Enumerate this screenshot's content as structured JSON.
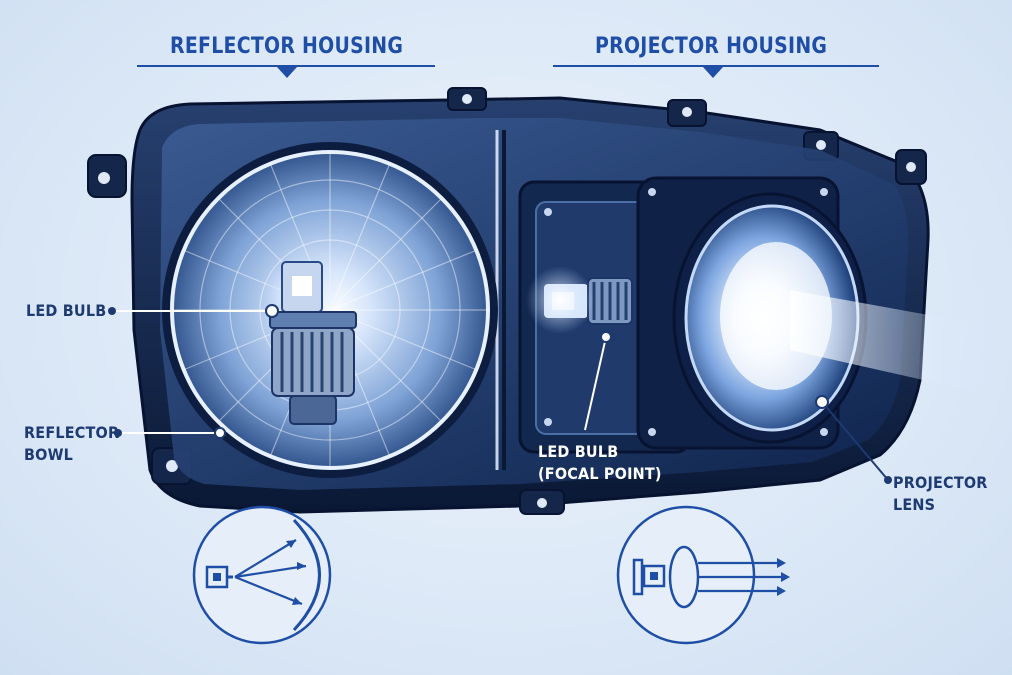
{
  "headers": {
    "left": "REFLECTOR HOUSING",
    "right": "PROJECTOR HOUSING"
  },
  "callouts": {
    "led_bulb_left": "LED BULB",
    "reflector_bowl": "REFLECTOR\nBOWL",
    "led_bulb_focal": "LED BULB\n(FOCAL POINT)",
    "projector_lens": "PROJECTOR\nLENS"
  },
  "colors": {
    "accent": "#1f4ea6",
    "label_dark": "#1d3a72",
    "housing": "#0b1a3a",
    "beam": "#cfe4ff"
  },
  "icons": [
    "reflector-diagram-icon",
    "projector-diagram-icon"
  ]
}
